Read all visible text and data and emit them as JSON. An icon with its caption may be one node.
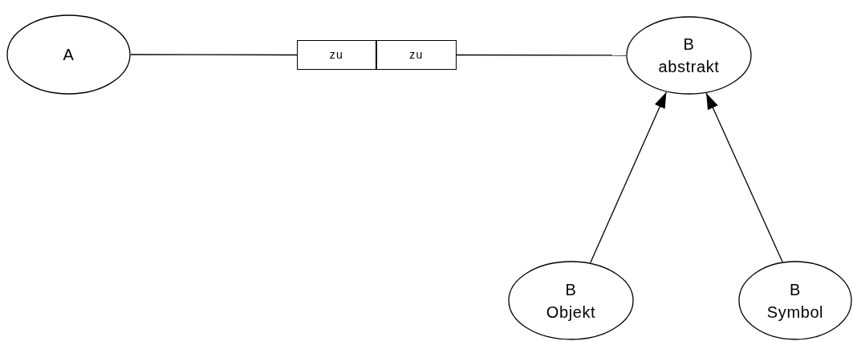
{
  "diagram": {
    "nodes": [
      {
        "text": [
          "A"
        ]
      },
      {
        "text": [
          "zu"
        ]
      },
      {
        "text": [
          "zu"
        ]
      },
      {
        "text": [
          "B abstrakt"
        ]
      },
      {
        "text": [
          "B Objekt"
        ]
      },
      {
        "text": [
          "B Symbol"
        ]
      }
    ],
    "edges": [
      {
        "from": 0,
        "to": 1,
        "arrow": "none"
      },
      {
        "from": 2,
        "to": 3,
        "arrow": "none"
      },
      {
        "from": 4,
        "to": 3,
        "arrow": "to"
      },
      {
        "from": 5,
        "to": 3,
        "arrow": "to"
      }
    ]
  }
}
